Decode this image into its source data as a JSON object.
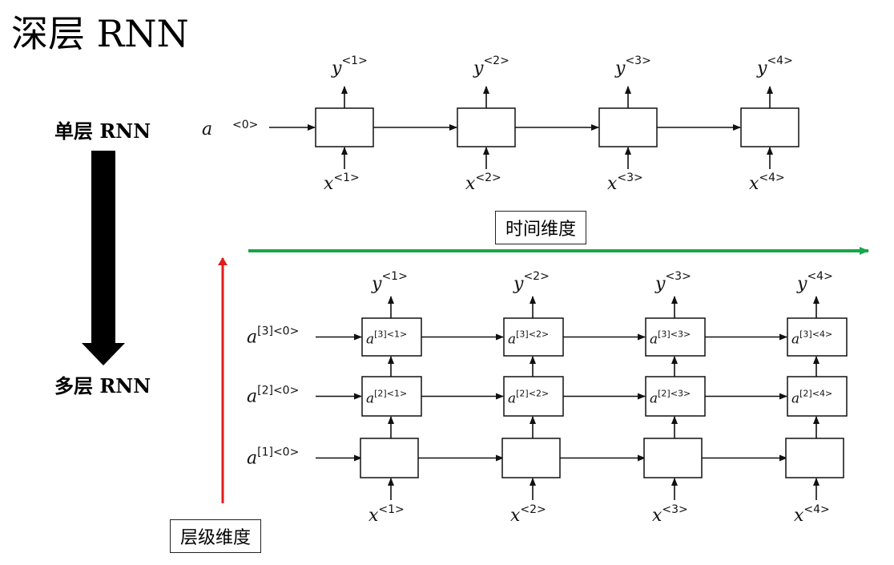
{
  "title": "深层 RNN",
  "single_layer_label": "单层 RNN",
  "multi_layer_label": "多层 RNN",
  "time_dimension_label": "时间维度",
  "layer_dimension_label": "层级维度",
  "colors": {
    "time_arrow": "#1aa64b",
    "layer_arrow": "#e11b1b",
    "big_arrow": "#000000"
  },
  "single_rnn": {
    "initial_state": {
      "base": "a",
      "sup": "<0>"
    },
    "outputs": [
      {
        "base": "y",
        "sup": "<1>"
      },
      {
        "base": "y",
        "sup": "<2>"
      },
      {
        "base": "y",
        "sup": "<3>"
      },
      {
        "base": "y",
        "sup": "<4>"
      }
    ],
    "inputs": [
      {
        "base": "x",
        "sup": "<1>"
      },
      {
        "base": "x",
        "sup": "<2>"
      },
      {
        "base": "x",
        "sup": "<3>"
      },
      {
        "base": "x",
        "sup": "<4>"
      }
    ]
  },
  "deep_rnn": {
    "outputs": [
      {
        "base": "y",
        "sup": "<1>"
      },
      {
        "base": "y",
        "sup": "<2>"
      },
      {
        "base": "y",
        "sup": "<3>"
      },
      {
        "base": "y",
        "sup": "<4>"
      }
    ],
    "inputs": [
      {
        "base": "x",
        "sup": "<1>"
      },
      {
        "base": "x",
        "sup": "<2>"
      },
      {
        "base": "x",
        "sup": "<3>"
      },
      {
        "base": "x",
        "sup": "<4>"
      }
    ],
    "initial_states": [
      {
        "base": "a",
        "sup": "[3]<0>"
      },
      {
        "base": "a",
        "sup": "[2]<0>"
      },
      {
        "base": "a",
        "sup": "[1]<0>"
      }
    ],
    "cells": [
      [
        {
          "base": "a",
          "sup": "[3]<1>"
        },
        {
          "base": "a",
          "sup": "[3]<2>"
        },
        {
          "base": "a",
          "sup": "[3]<3>"
        },
        {
          "base": "a",
          "sup": "[3]<4>"
        }
      ],
      [
        {
          "base": "a",
          "sup": "[2]<1>"
        },
        {
          "base": "a",
          "sup": "[2]<2>"
        },
        {
          "base": "a",
          "sup": "[2]<3>"
        },
        {
          "base": "a",
          "sup": "[2]<4>"
        }
      ],
      [
        {
          "base": "",
          "sup": ""
        },
        {
          "base": "",
          "sup": ""
        },
        {
          "base": "",
          "sup": ""
        },
        {
          "base": "",
          "sup": ""
        }
      ]
    ]
  }
}
